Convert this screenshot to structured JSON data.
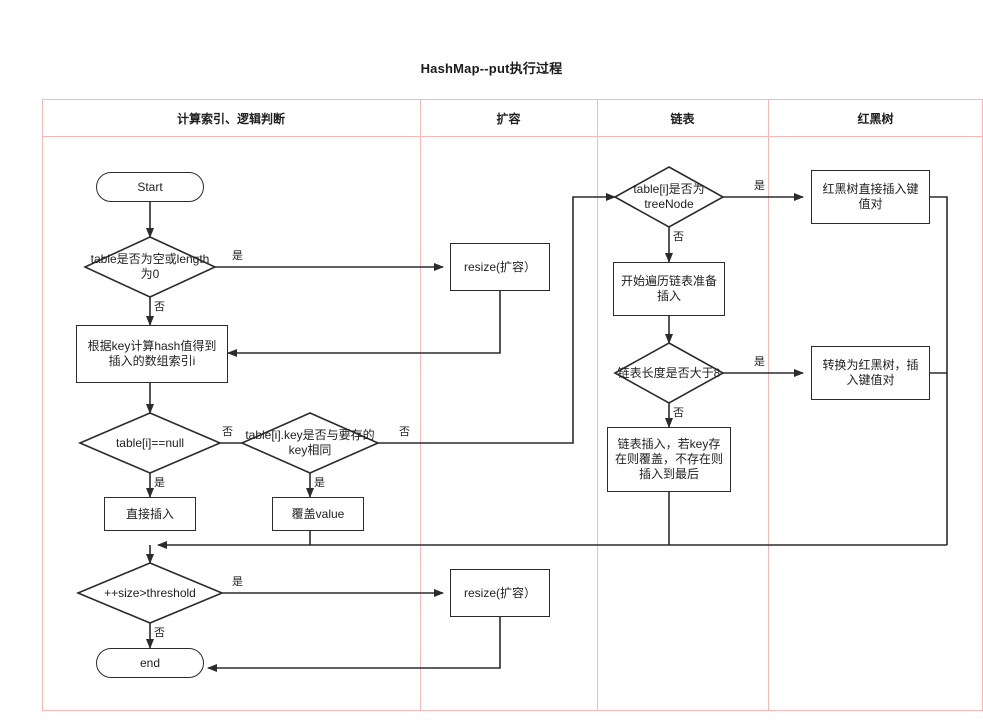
{
  "title": "HashMap--put执行过程",
  "lanes": [
    {
      "name": "lane-compute-index",
      "label": "计算索引、逻辑判断"
    },
    {
      "name": "lane-resize",
      "label": "扩容"
    },
    {
      "name": "lane-linked-list",
      "label": "链表"
    },
    {
      "name": "lane-red-black-tree",
      "label": "红黑树"
    }
  ],
  "colors": {
    "lane_border": "#fbb6b6",
    "node_border": "#2b2b2b",
    "edge": "#2b2b2b",
    "text": "#1f1f1f",
    "background": "#ffffff"
  },
  "nodes": {
    "start": "Start",
    "table_empty_check": "table是否为空或length为0",
    "resize_top": "resize(扩容）",
    "compute_hash": "根据key计算hash值得到插入的数组索引i",
    "table_i_null": "table[i]==null",
    "key_same_check": "table[i].key是否与要存的key相同",
    "direct_insert": "直接插入",
    "overwrite_value": "覆盖value",
    "size_threshold": "++size>threshold",
    "resize_bottom": "resize(扩容）",
    "end": "end",
    "is_treenode": "table[i]是否为treeNode",
    "traverse_list": "开始遍历链表准备插入",
    "list_length_gt8": "链表长度是否大于8",
    "list_insert": "链表插入，若key存在则覆盖，不存在则插入到最后",
    "rbtree_direct_insert": "红黑树直接插入键值对",
    "convert_to_rbtree": "转换为红黑树，插入键值对"
  },
  "edge_labels": {
    "table_empty_yes": "是",
    "table_empty_no": "否",
    "table_i_null_yes": "是",
    "table_i_null_no": "否",
    "key_same_yes": "是",
    "key_same_no": "否",
    "size_threshold_yes": "是",
    "size_threshold_no": "否",
    "is_treenode_yes": "是",
    "is_treenode_no": "否",
    "list_gt8_yes": "是",
    "list_gt8_no": "否"
  }
}
